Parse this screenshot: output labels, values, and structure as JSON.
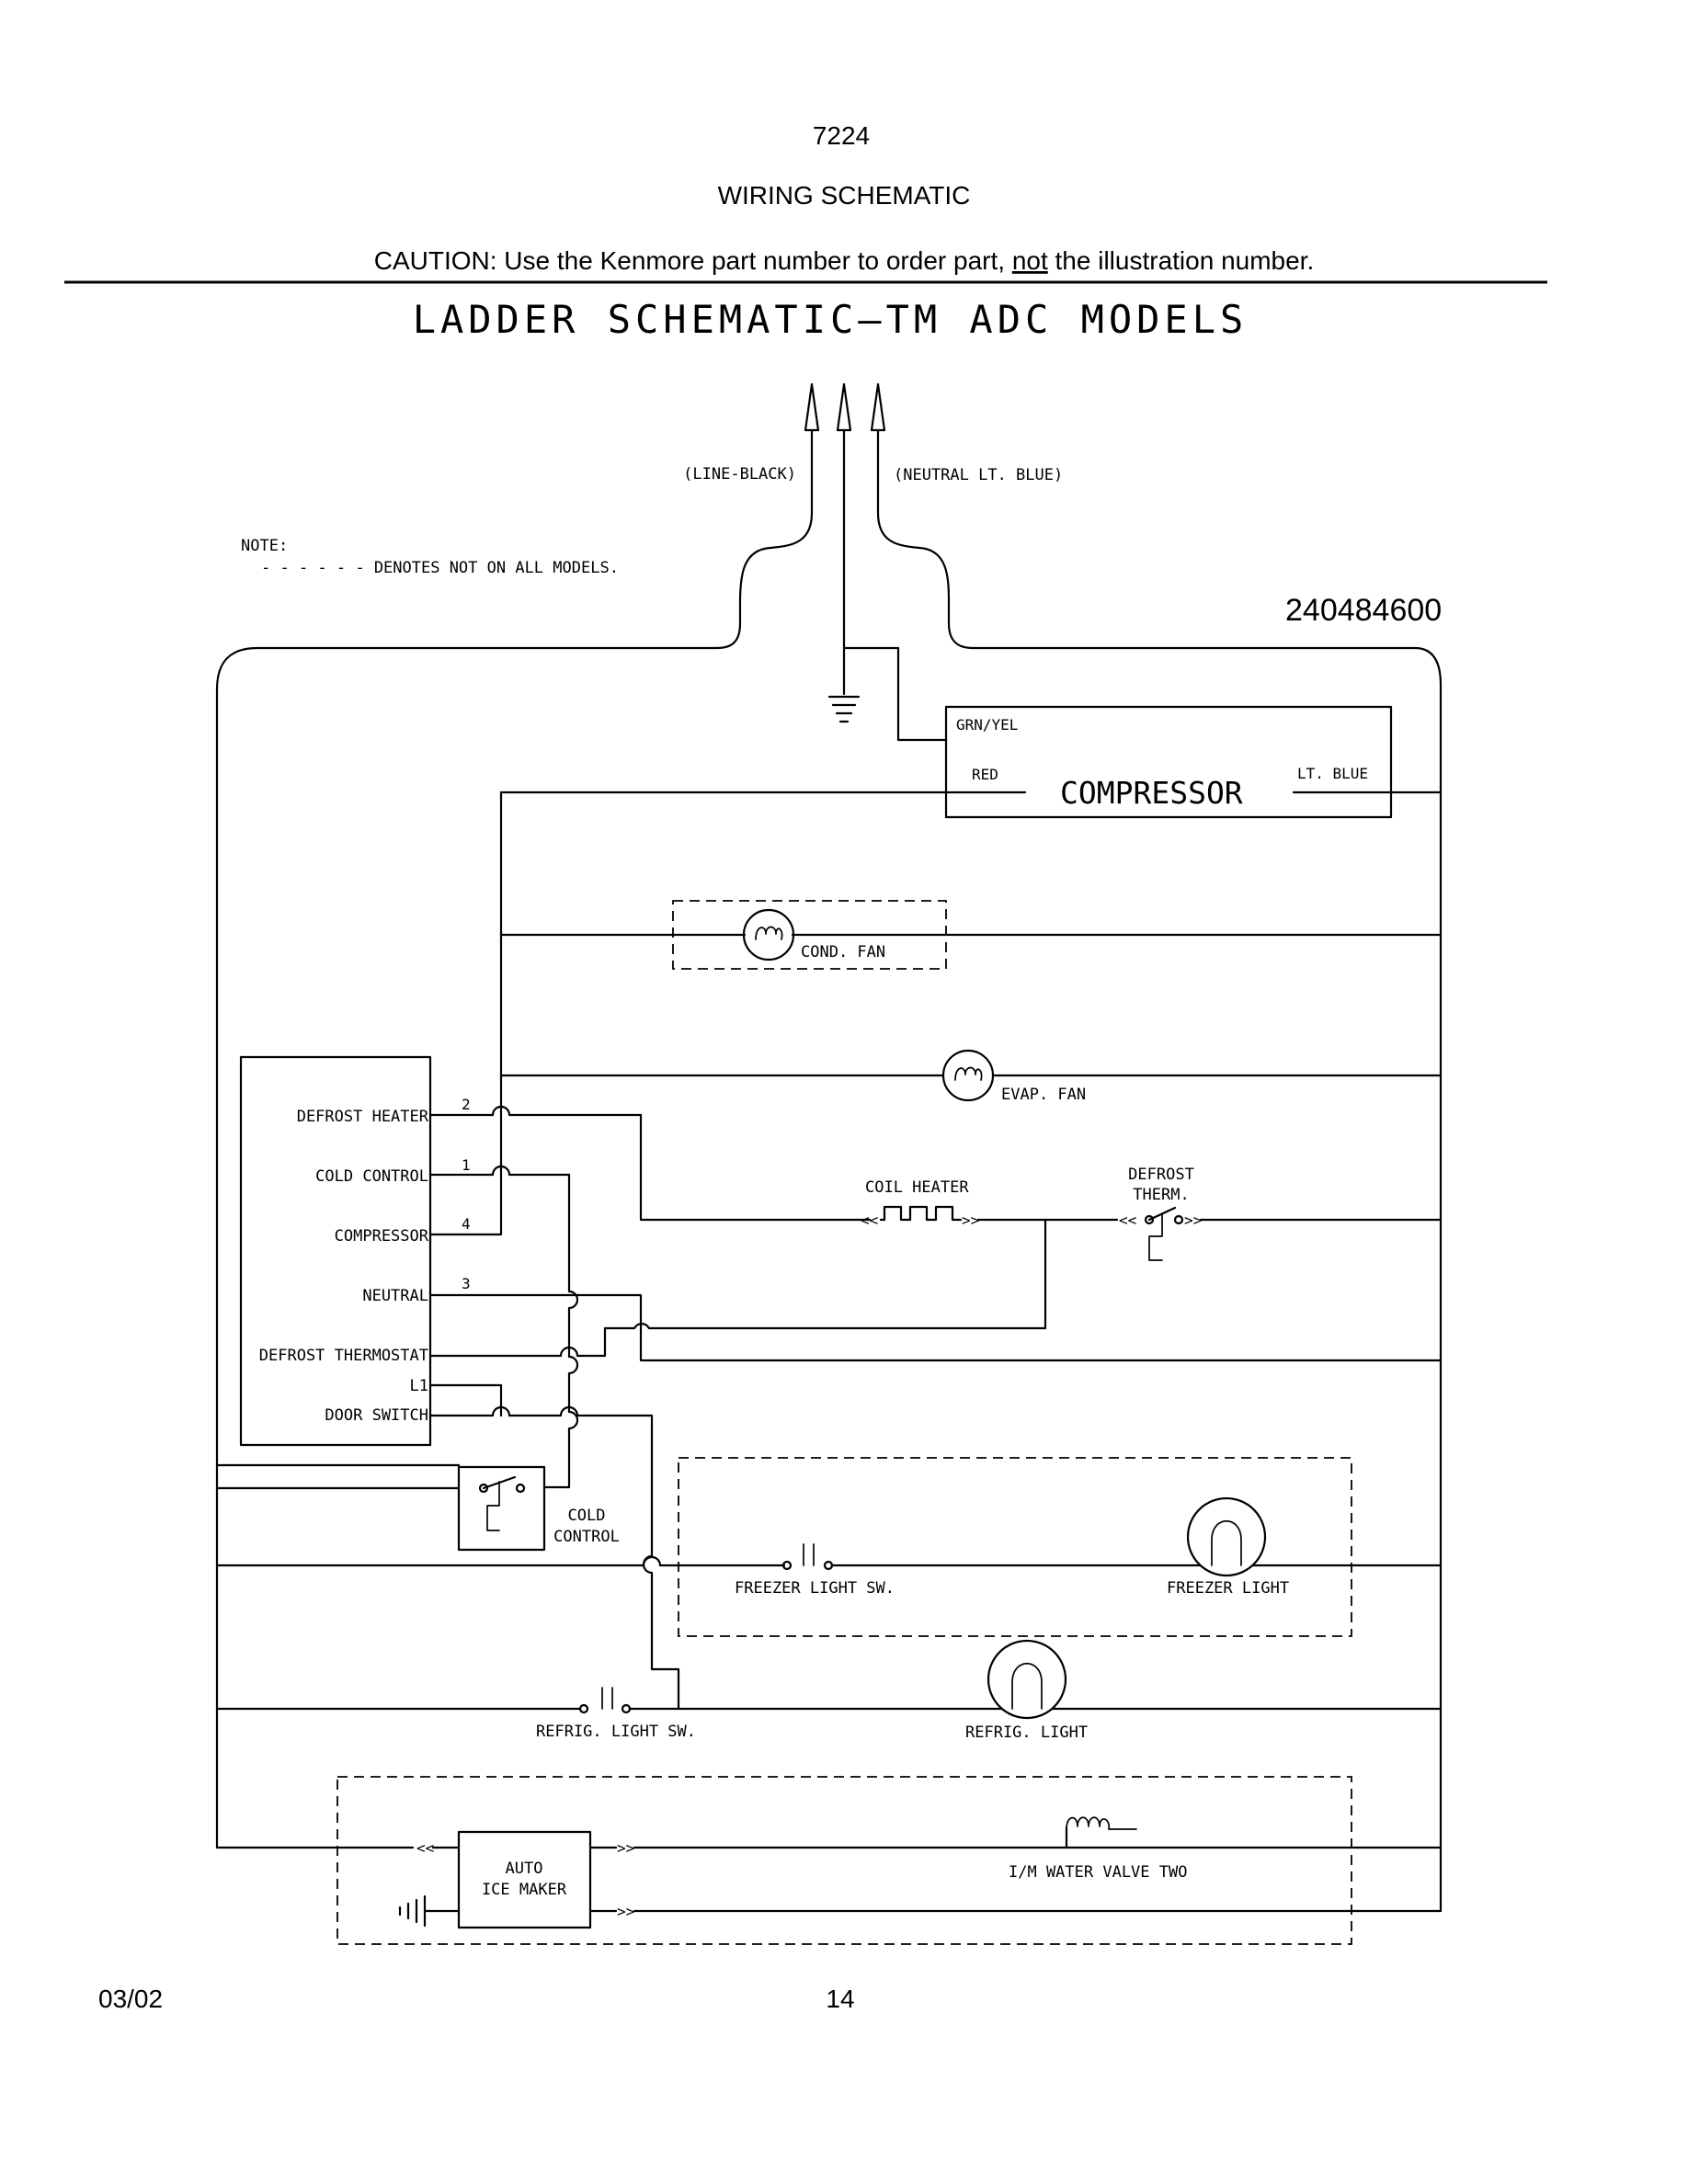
{
  "header": {
    "page_code": "7224",
    "title": "WIRING SCHEMATIC",
    "caution_prefix": "CAUTION: Use the Kenmore part number to order part, ",
    "caution_underlined": "not",
    "caution_suffix": " the illustration number."
  },
  "schematic": {
    "title": "LADDER SCHEMATIC—TM ADC MODELS",
    "part_number": "240484600",
    "note": {
      "label": "NOTE:",
      "text": "- - - - - - DENOTES NOT ON ALL MODELS."
    },
    "supply": {
      "line": "(LINE-BLACK)",
      "neutral": "(NEUTRAL LT. BLUE)"
    },
    "compressor": {
      "name": "COMPRESSOR",
      "ground_wire": "GRN/YEL",
      "left_wire": "RED",
      "right_wire": "LT. BLUE"
    },
    "cond_fan": "COND. FAN",
    "evap_fan": "EVAP. FAN",
    "coil_heater": "COIL HEATER",
    "defrost_therm": [
      "DEFROST",
      "THERM."
    ],
    "control_board": {
      "terminals": [
        "DEFROST HEATER",
        "COLD CONTROL",
        "COMPRESSOR",
        "NEUTRAL",
        "DEFROST THERMOSTAT",
        "L1",
        "DOOR SWITCH"
      ],
      "wire_numbers": [
        "2",
        "1",
        "4",
        "3"
      ]
    },
    "cold_control": [
      "COLD",
      "CONTROL"
    ],
    "freezer_light_switch": "FREEZER LIGHT SW.",
    "freezer_light": "FREEZER LIGHT",
    "refrig_light_switch": "REFRIG. LIGHT SW.",
    "refrig_light": "REFRIG. LIGHT",
    "ice_maker": [
      "AUTO",
      "ICE MAKER"
    ],
    "water_valve": "I/M WATER VALVE TWO"
  },
  "footer": {
    "date": "03/02",
    "page_number": "14"
  }
}
